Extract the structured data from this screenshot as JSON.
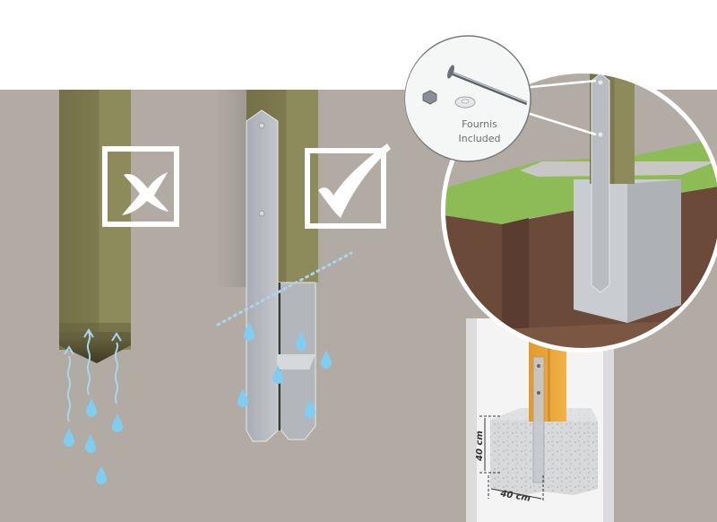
{
  "illustration": {
    "subject": "Post anchor installation comparison",
    "wrong_panel": {
      "mark": "cross",
      "description": "Wooden post directly in ground absorbing water"
    },
    "right_panel": {
      "mark": "check",
      "description": "Post raised in metal H-anchor above water"
    },
    "inset": {
      "label_line1": "Fournis",
      "label_line2": "Included"
    },
    "dimensions": {
      "height_label": "40 cm",
      "width_label": "40 cm"
    },
    "colors": {
      "background_gray": "#b3ada6",
      "wood": "#8a8658",
      "wood_dark": "#6f6b45",
      "steel": "#b8bcc2",
      "water": "#7fcbee",
      "grass": "#8dbb55",
      "soil": "#6b4a3a",
      "concrete": "#c7cbd0"
    }
  }
}
